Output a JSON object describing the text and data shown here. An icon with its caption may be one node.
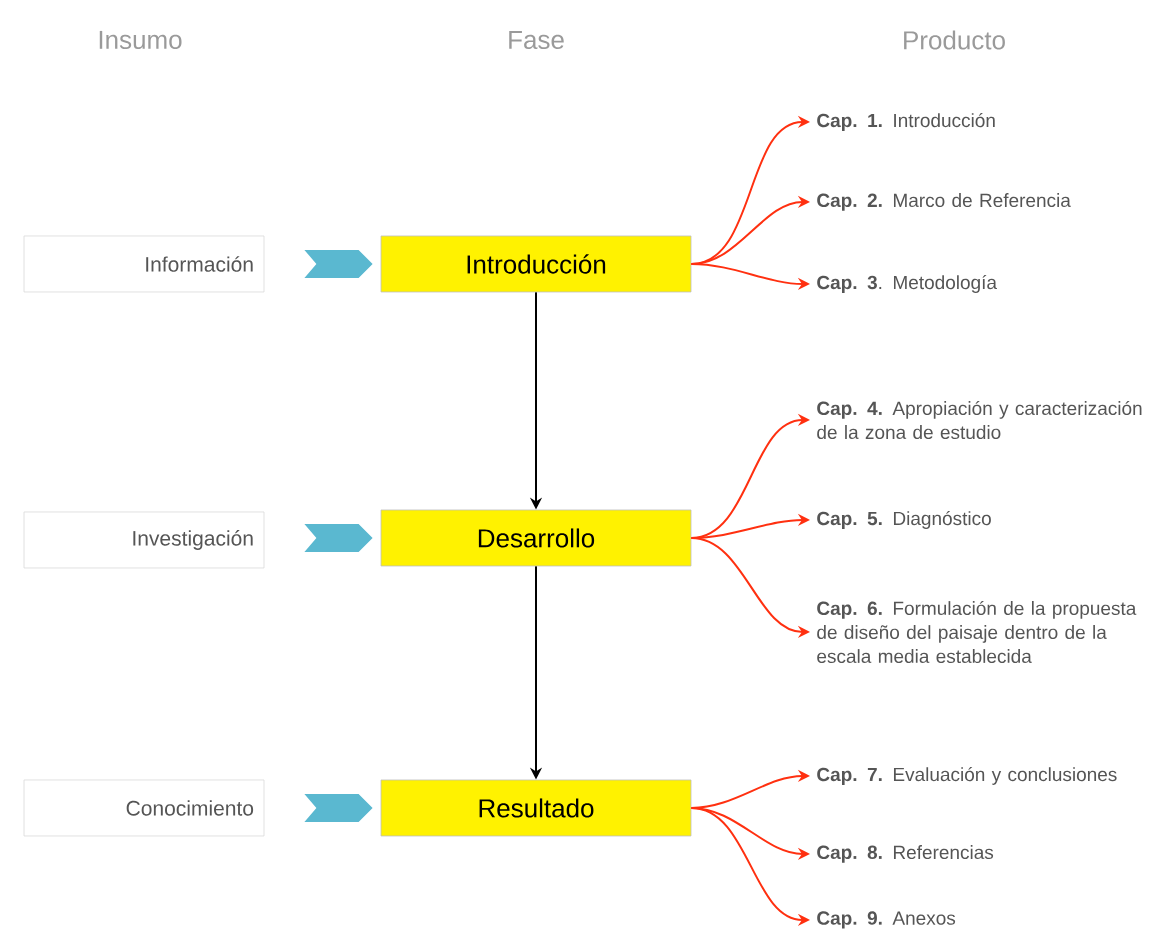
{
  "diagram": {
    "nodes": [
      {
        "text": [
          "Información"
        ]
      },
      {
        "text": [
          "Investigación"
        ]
      },
      {
        "text": [
          "Conocimiento"
        ]
      },
      {
        "text": [
          "Introducción"
        ]
      },
      {
        "text": [
          "Desarrollo"
        ]
      },
      {
        "text": [
          "Resultado"
        ]
      },
      {
        "text": [
          "**Cap. 1.** Introducción"
        ]
      },
      {
        "text": [
          "**Cap. 2.** Marco de Referencia"
        ]
      },
      {
        "text": [
          "**Cap. 3**. Metodología"
        ]
      },
      {
        "text": [
          "**Cap. 4.** Apropiación y caracterización de la zona de estudio"
        ]
      },
      {
        "text": [
          "**Cap. 5.** Diagnóstico"
        ]
      },
      {
        "text": [
          "**Cap. 6.** Formulación de la propuesta de diseño del paisaje dentro de la escala media establecida"
        ]
      },
      {
        "text": [
          "**Cap. 7.** Evaluación y conclusiones"
        ]
      },
      {
        "text": [
          "**Cap. 8.** Referencias"
        ]
      },
      {
        "text": [
          "**Cap. 9.** Anexos"
        ]
      }
    ],
    "edges": [
      {
        "from": 0,
        "to": 3,
        "arrow": "to",
        "style": "thick",
        "color": "#5ab8d0"
      },
      {
        "from": 1,
        "to": 4,
        "arrow": "to",
        "style": "thick",
        "color": "#5ab8d0"
      },
      {
        "from": 2,
        "to": 5,
        "arrow": "to",
        "style": "thick",
        "color": "#5ab8d0"
      },
      {
        "from": 3,
        "to": 4,
        "arrow": "to",
        "color": "#000000"
      },
      {
        "from": 4,
        "to": 5,
        "arrow": "to",
        "color": "#000000"
      },
      {
        "from": 3,
        "to": 6,
        "arrow": "to"
      },
      {
        "from": 3,
        "to": 7,
        "arrow": "to"
      },
      {
        "from": 3,
        "to": 8,
        "arrow": "to"
      },
      {
        "from": 4,
        "to": 9,
        "arrow": "to"
      },
      {
        "from": 4,
        "to": 10,
        "arrow": "to"
      },
      {
        "from": 4,
        "to": 11,
        "arrow": "to"
      },
      {
        "from": 5,
        "to": 12,
        "arrow": "to"
      },
      {
        "from": 5,
        "to": 13,
        "arrow": "to"
      },
      {
        "from": 5,
        "to": 14,
        "arrow": "to"
      }
    ],
    "labels": [
      "Insumo",
      "Fase",
      "Producto"
    ]
  }
}
